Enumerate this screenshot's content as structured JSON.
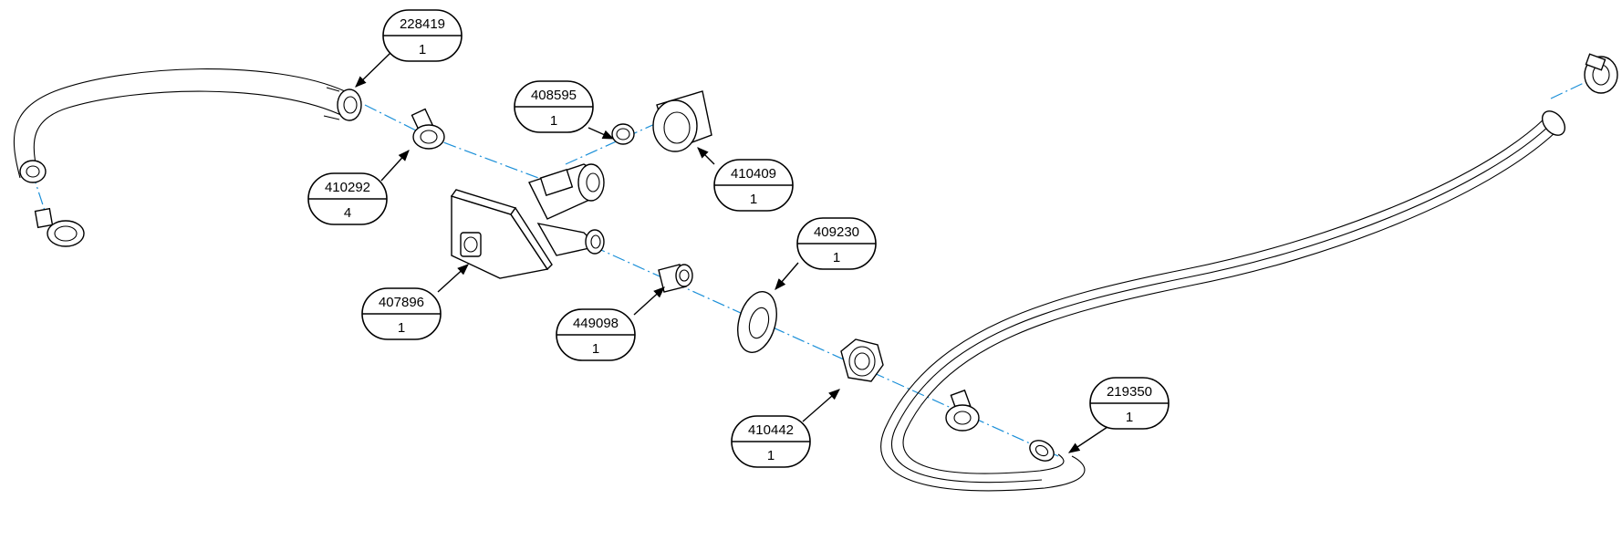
{
  "callouts": [
    {
      "id": "hose-upper-left",
      "part": "228419",
      "qty": "1"
    },
    {
      "id": "clamp-small",
      "part": "410292",
      "qty": "4"
    },
    {
      "id": "valve",
      "part": "407896",
      "qty": "1"
    },
    {
      "id": "gasket-small",
      "part": "408595",
      "qty": "1"
    },
    {
      "id": "nut-cap",
      "part": "410409",
      "qty": "1"
    },
    {
      "id": "washer",
      "part": "409230",
      "qty": "1"
    },
    {
      "id": "sleeve",
      "part": "449098",
      "qty": "1"
    },
    {
      "id": "hex-nut",
      "part": "410442",
      "qty": "1"
    },
    {
      "id": "hose-long",
      "part": "219350",
      "qty": "1"
    }
  ],
  "colors": {
    "axis_line": "#1a8fd8",
    "ink": "#000000",
    "paper": "#ffffff"
  }
}
